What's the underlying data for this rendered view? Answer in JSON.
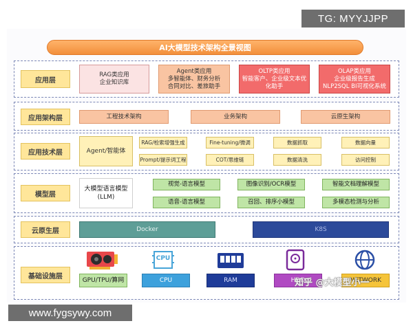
{
  "tag": "TG: MYYJJPP",
  "watermark": "www.fygsywy.com",
  "zhihu_mark": "知乎 @大模型小一",
  "title": "AI大模型技术架构全景视图",
  "layers": {
    "app": {
      "label": "应用层",
      "items": [
        "RAG类应用",
        "企业知识库",
        "Agent类应用",
        "多智能体、财务分析",
        "合同对比、差旅助手",
        "OLTP类应用",
        "智能客户、企业级文本优",
        "化助手",
        "OLAP类应用",
        "企业级报告生成",
        "NLP2SQL BI可视化系统"
      ]
    },
    "app_arch": {
      "label": "应用架构层",
      "items": [
        "工程技术架构",
        "业务架构",
        "云原生架构"
      ]
    },
    "app_tech": {
      "label": "应用技术层",
      "agent": "Agent/智能体",
      "items": [
        "RAG/检索增强生成",
        "Fine-tuning/微调",
        "数据抓取",
        "数据向量",
        "Prompt/提示词工程",
        "COT/思维链",
        "数据清洗",
        "访问控制"
      ]
    },
    "model": {
      "label": "模型层",
      "llm_line1": "大模型语言模型",
      "llm_line2": "(LLM)",
      "items": [
        "视觉-语言模型",
        "图像识别/OCR模型",
        "智能文档理解模型",
        "语音-语言模型",
        "召回、排序小模型",
        "多模态检测与分析"
      ]
    },
    "cloud": {
      "label": "云原生层",
      "items": [
        "Docker",
        "K8S"
      ]
    },
    "infra": {
      "label": "基础设施层",
      "items": [
        "GPU/TPU/算网",
        "CPU",
        "RAM",
        "HDD",
        "NETWORK"
      ],
      "cpu_chip_text": "CPU"
    }
  }
}
